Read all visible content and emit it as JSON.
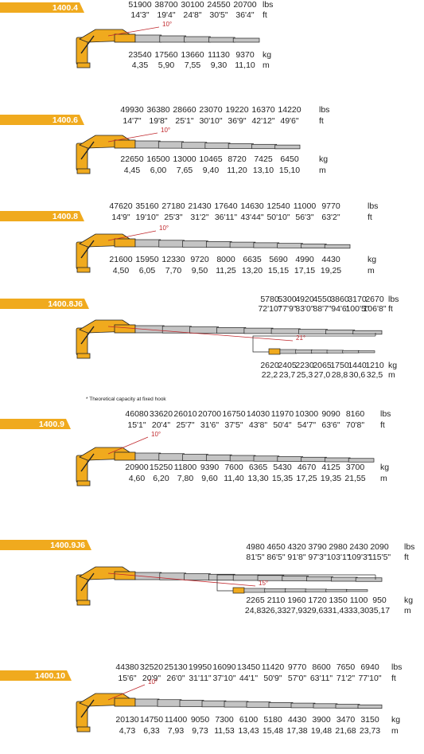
{
  "footnote": "* Theoretical capacity at fixed hook",
  "colors": {
    "accent": "#f0aa1e",
    "angle": "#c0282d",
    "boom": "#c4c4c4",
    "outline": "#222222"
  },
  "units": {
    "lbs": "lbs",
    "ft": "ft",
    "kg": "kg",
    "m": "m"
  },
  "models": [
    {
      "label": "1400.4",
      "angle": "10°",
      "lbs": [
        "51900",
        "38700",
        "30100",
        "24550",
        "20700"
      ],
      "ft": [
        "14'3\"",
        "19'4\"",
        "24'8\"",
        "30'5\"",
        "36'4\""
      ],
      "kg": [
        "23540",
        "17560",
        "13660",
        "11130",
        "9370"
      ],
      "m": [
        "4,35",
        "5,90",
        "7,55",
        "9,30",
        "11,10"
      ]
    },
    {
      "label": "1400.6",
      "angle": "10°",
      "lbs": [
        "49930",
        "36380",
        "28660",
        "23070",
        "19220",
        "16370",
        "14220"
      ],
      "ft": [
        "14'7\"",
        "19'8\"",
        "25'1\"",
        "30'10\"",
        "36'9\"",
        "42'12\"",
        "49'6\""
      ],
      "kg": [
        "22650",
        "16500",
        "13000",
        "10465",
        "8720",
        "7425",
        "6450"
      ],
      "m": [
        "4,45",
        "6,00",
        "7,65",
        "9,40",
        "11,20",
        "13,10",
        "15,10"
      ]
    },
    {
      "label": "1400.8",
      "angle": "10°",
      "lbs": [
        "47620",
        "35160",
        "27180",
        "21430",
        "17640",
        "14630",
        "12540",
        "11000",
        "9770"
      ],
      "ft": [
        "14'9\"",
        "19'10\"",
        "25'3\"",
        "31'2\"",
        "36'11\"",
        "43'44\"",
        "50'10\"",
        "56'3\"",
        "63'2\""
      ],
      "kg": [
        "21600",
        "15950",
        "12330",
        "9720",
        "8000",
        "6635",
        "5690",
        "4990",
        "4430"
      ],
      "m": [
        "4,50",
        "6,05",
        "7,70",
        "9,50",
        "11,25",
        "13,20",
        "15,15",
        "17,15",
        "19,25"
      ]
    },
    {
      "label": "1400.8J6",
      "angle": "21°",
      "lbs": [
        "5780",
        "5300",
        "4920",
        "4550",
        "3860",
        "3170",
        "2670"
      ],
      "ft": [
        "72'10\"",
        "77'9\"",
        "83'0\"",
        "88'7\"",
        "94'6'",
        "100'5\"",
        "106'8\""
      ],
      "kg": [
        "2620",
        "2405",
        "2230",
        "2065",
        "1750",
        "1440",
        "1210"
      ],
      "m": [
        "22,2",
        "23,7",
        "25,3",
        "27,0",
        "28,8",
        "30,6",
        "32,5"
      ]
    },
    {
      "label": "1400.9",
      "angle": "10°",
      "lbs": [
        "46080",
        "33620",
        "26010",
        "20700",
        "16750",
        "14030",
        "11970",
        "10300",
        "9090",
        "8160"
      ],
      "ft": [
        "15'1\"",
        "20'4\"",
        "25'7\"",
        "31'6\"",
        "37'5\"",
        "43'8\"",
        "50'4\"",
        "54'7\"",
        "63'6\"",
        "70'8\""
      ],
      "kg": [
        "20900",
        "15250",
        "11800",
        "9390",
        "7600",
        "6365",
        "5430",
        "4670",
        "4125",
        "3700"
      ],
      "m": [
        "4,60",
        "6,20",
        "7,80",
        "9,60",
        "11,40",
        "13,30",
        "15,35",
        "17,25",
        "19,35",
        "21,55"
      ]
    },
    {
      "label": "1400.9J6",
      "angle": "15°",
      "lbs": [
        "4980",
        "4650",
        "4320",
        "3790",
        "2980",
        "2430",
        "2090"
      ],
      "ft": [
        "81'5\"",
        "86'5\"",
        "91'8\"",
        "97'3\"",
        "103'1\"",
        "109'3\"",
        "115'5\""
      ],
      "kg": [
        "2265",
        "2110",
        "1960",
        "1720",
        "1350",
        "1100",
        "950"
      ],
      "m": [
        "24,83",
        "26,33",
        "27,93",
        "29,63",
        "31,43",
        "33,30",
        "35,17"
      ]
    },
    {
      "label": "1400.10",
      "angle": "10°",
      "lbs": [
        "44380",
        "32520",
        "25130",
        "19950",
        "16090",
        "13450",
        "11420",
        "9770",
        "8600",
        "7650",
        "6940"
      ],
      "ft": [
        "15'6\"",
        "20'9\"",
        "26'0\"",
        "31'11\"",
        "37'10\"",
        "44'1\"",
        "50'9\"",
        "57'0\"",
        "63'11\"",
        "71'2\"",
        "77'10\""
      ],
      "kg": [
        "20130",
        "14750",
        "11400",
        "9050",
        "7300",
        "6100",
        "5180",
        "4430",
        "3900",
        "3470",
        "3150"
      ],
      "m": [
        "4,73",
        "6,33",
        "7,93",
        "9,73",
        "11,53",
        "13,43",
        "15,48",
        "17,38",
        "19,48",
        "21,68",
        "23,73"
      ]
    }
  ]
}
